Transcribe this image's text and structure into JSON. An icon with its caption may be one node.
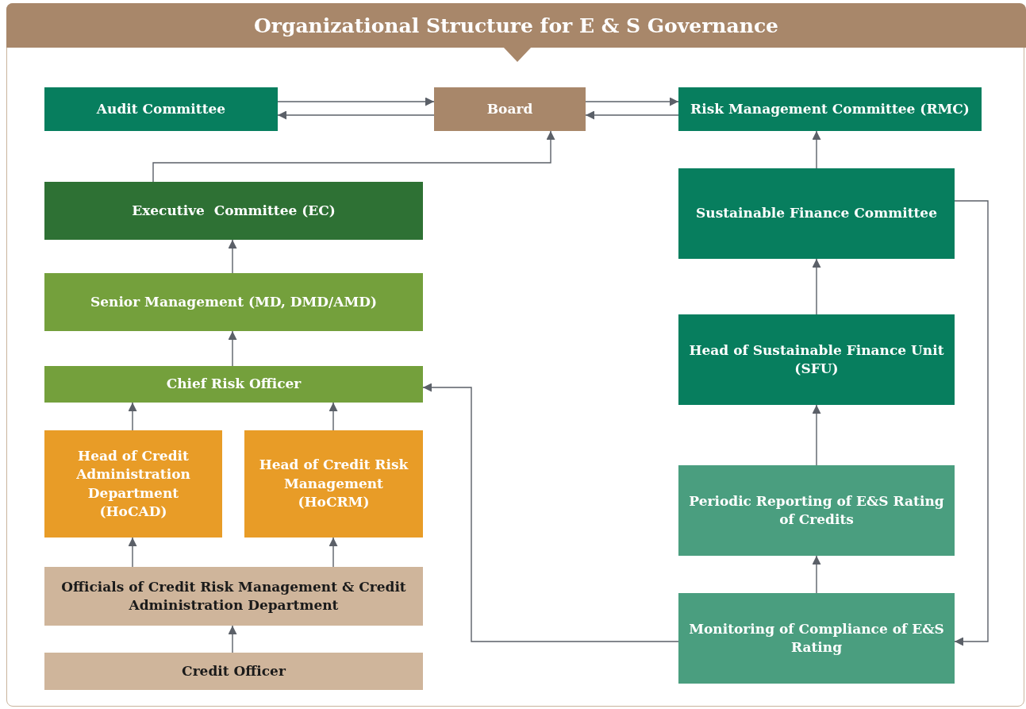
{
  "diagram": {
    "title": "Organizational Structure for E & S Governance",
    "nodes": [
      {
        "text": [
          "Audit Committee"
        ]
      },
      {
        "text": [
          "Board"
        ]
      },
      {
        "text": [
          "Risk Management Committee (RMC)"
        ]
      },
      {
        "text": [
          "Executive  Committee (EC)"
        ]
      },
      {
        "text": [
          "Senior Management (MD, DMD/AMD)"
        ]
      },
      {
        "text": [
          "Chief Risk Officer"
        ]
      },
      {
        "text": [
          "Head of Credit Administration Department (HoCAD)"
        ]
      },
      {
        "text": [
          "Head of Credit Risk Management (HoCRM)"
        ]
      },
      {
        "text": [
          "Officials of Credit Risk Management & Credit Administration Department"
        ]
      },
      {
        "text": [
          "Credit Officer"
        ]
      },
      {
        "text": [
          "Sustainable Finance Committee"
        ]
      },
      {
        "text": [
          "Head of Sustainable Finance Unit (SFU)"
        ]
      },
      {
        "text": [
          "Periodic Reporting of E&S Rating of Credits"
        ]
      },
      {
        "text": [
          "Monitoring of Compliance of E&S Rating"
        ]
      }
    ],
    "edges": [
      {
        "from": 0,
        "to": 1,
        "arrow": "to"
      },
      {
        "from": 1,
        "to": 0,
        "arrow": "to"
      },
      {
        "from": 1,
        "to": 2,
        "arrow": "to"
      },
      {
        "from": 2,
        "to": 1,
        "arrow": "to"
      },
      {
        "from": 3,
        "to": 1,
        "arrow": "to"
      },
      {
        "from": 4,
        "to": 3,
        "arrow": "to"
      },
      {
        "from": 5,
        "to": 4,
        "arrow": "to"
      },
      {
        "from": 6,
        "to": 5,
        "arrow": "to"
      },
      {
        "from": 7,
        "to": 5,
        "arrow": "to"
      },
      {
        "from": 8,
        "to": 6,
        "arrow": "to"
      },
      {
        "from": 8,
        "to": 7,
        "arrow": "to"
      },
      {
        "from": 9,
        "to": 8,
        "arrow": "to"
      },
      {
        "from": 10,
        "to": 2,
        "arrow": "to"
      },
      {
        "from": 11,
        "to": 10,
        "arrow": "to"
      },
      {
        "from": 12,
        "to": 11,
        "arrow": "to"
      },
      {
        "from": 13,
        "to": 12,
        "arrow": "to"
      },
      {
        "from": 13,
        "to": 5,
        "arrow": "to"
      },
      {
        "from": 10,
        "to": 13,
        "arrow": "to"
      }
    ]
  }
}
